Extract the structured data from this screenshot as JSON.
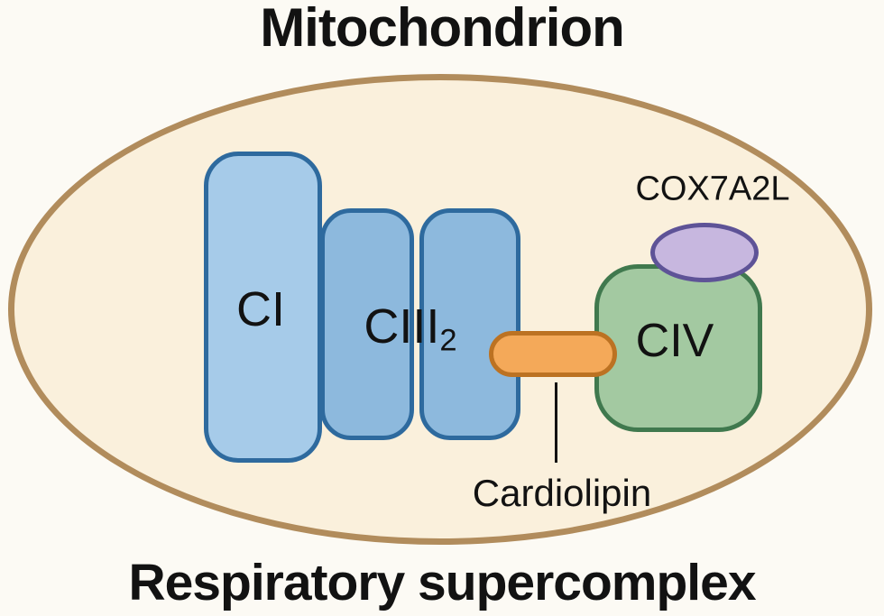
{
  "title": "Mitochondrion",
  "subtitle": "Respiratory supercomplex",
  "labels": {
    "ci": "CI",
    "ciii_base": "CIII",
    "ciii_subscript": "2",
    "civ": "CIV",
    "cox7a2l": "COX7A2L",
    "cardiolipin": "Cardiolipin"
  },
  "colors": {
    "canvas_bg": "#fcfaf4",
    "membrane_fill": "#faf0dc",
    "membrane_border": "#b18c5c",
    "ci_fill": "#a6cbe9",
    "ci_border": "#2e6a9e",
    "ciii_fill": "#8db9dd",
    "ciii_border": "#2e6a9e",
    "civ_fill": "#a3c9a1",
    "civ_border": "#40794e",
    "cox7a2l_fill": "#c7b7df",
    "cox7a2l_border": "#5e5397",
    "cardiolipin_fill": "#f4a959",
    "cardiolipin_border": "#bc7222",
    "text": "#121212"
  }
}
